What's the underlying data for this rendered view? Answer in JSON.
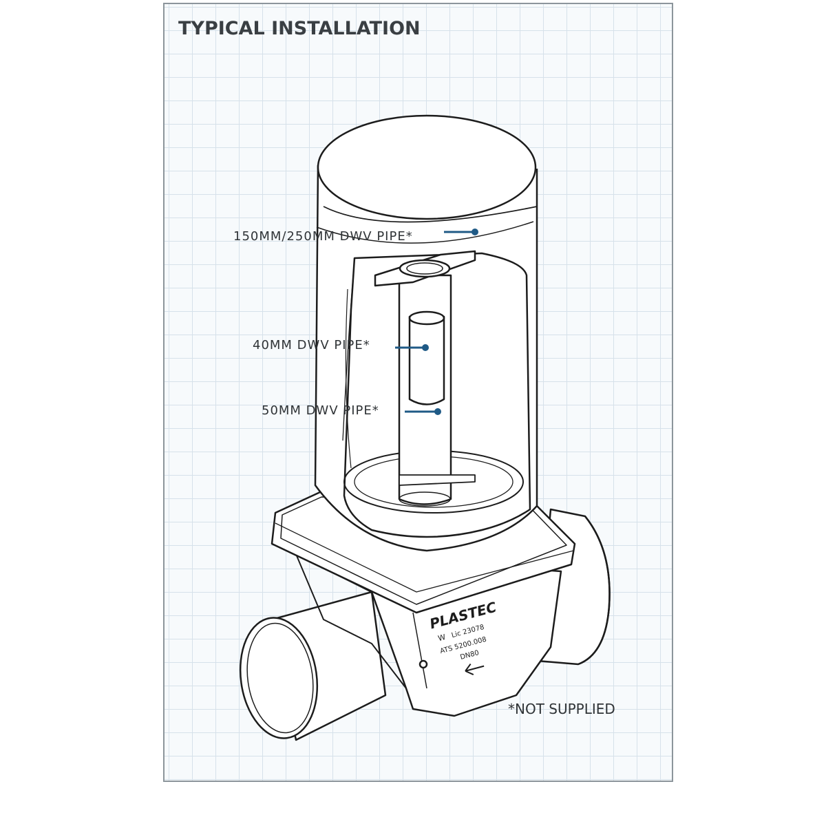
{
  "title": "TYPICAL INSTALLATION",
  "callouts": {
    "outer_pipe": "150MM/250MM DWV PIPE*",
    "pipe_40": "40MM DWV PIPE*",
    "pipe_50": "50MM DWV PIPE*"
  },
  "footnote": "*NOT SUPPLIED",
  "body_marking": {
    "brand": "PLASTEC",
    "line1": "W",
    "line2": "Lic 23078",
    "line3": "ATS 5200.008",
    "line4": "DN80"
  },
  "colors": {
    "grid": "#d6e1ea",
    "leader": "#1f5a86",
    "line": "#1c1c1c",
    "text": "#2f3336"
  }
}
